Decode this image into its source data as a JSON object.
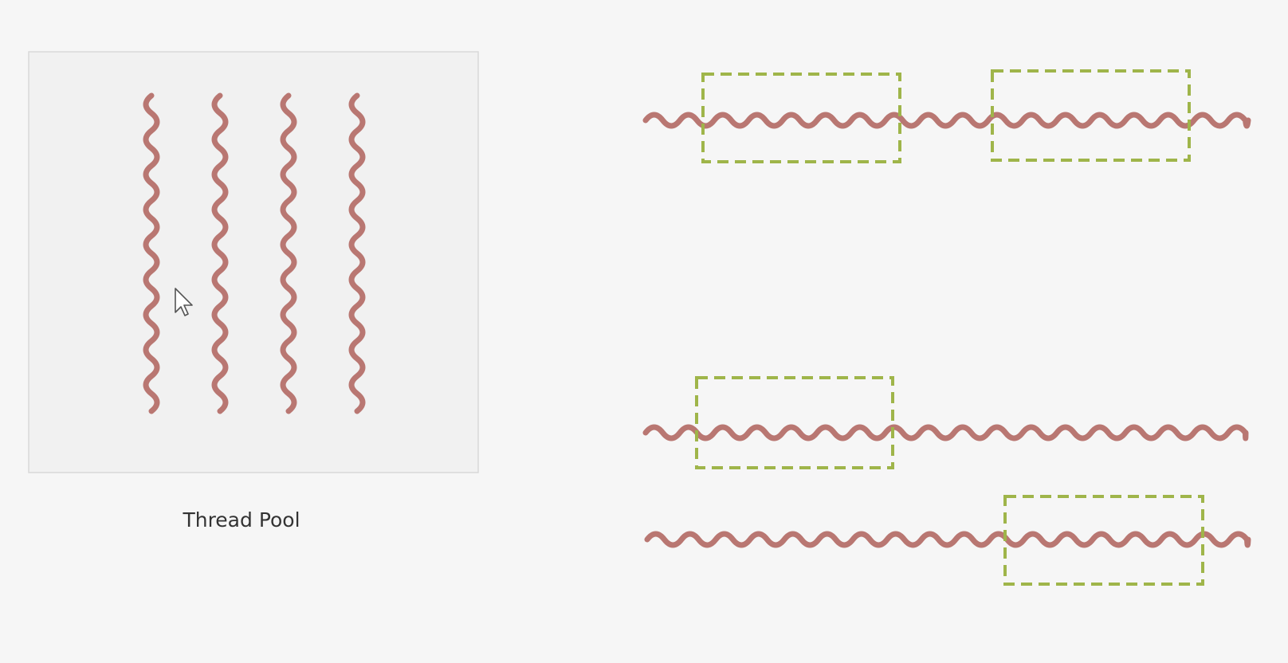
{
  "caption": "Thread Pool",
  "colors": {
    "thread": "#b97772",
    "task": "#9fb54a",
    "pool_background": "#f1f1f1",
    "caption": "#333333"
  },
  "pool": {
    "thread_count": 4
  },
  "timelines": [
    {
      "tasks": 2
    },
    {
      "tasks": 1
    },
    {
      "tasks": 1
    }
  ],
  "cursor": {
    "icon": "mouse-pointer-icon"
  }
}
